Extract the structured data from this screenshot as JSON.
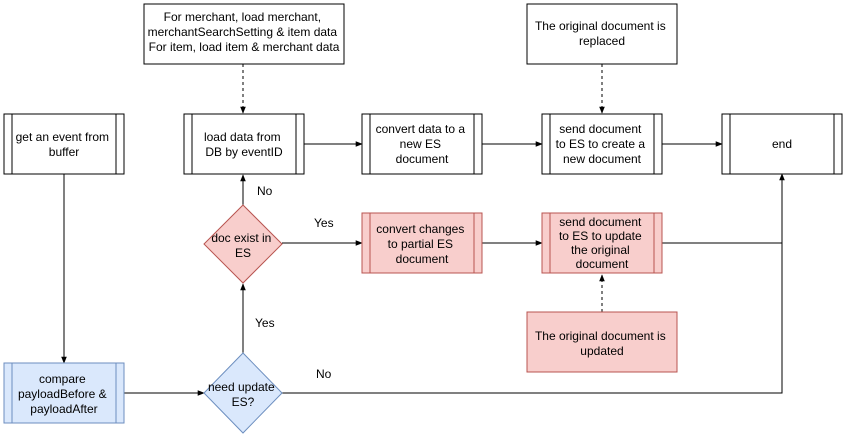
{
  "nodes": {
    "note_top_left": [
      "For merchant, load merchant,",
      "merchantSearchSetting & item data",
      "For item, load item & merchant data"
    ],
    "note_top_right": [
      "The original document is",
      "replaced"
    ],
    "get_event": [
      "get an event from",
      "buffer"
    ],
    "load_data": [
      "load data from",
      "DB by eventID"
    ],
    "convert_new": [
      "convert data to a",
      "new ES",
      "document"
    ],
    "send_create": [
      "send document",
      "to ES to create a",
      "new document"
    ],
    "end": [
      "end"
    ],
    "doc_exist": [
      "doc exist in",
      "ES"
    ],
    "convert_partial": [
      "convert changes",
      "to partial ES",
      "document"
    ],
    "send_update": [
      "send document",
      "to ES to update",
      "the original",
      "document"
    ],
    "note_updated": [
      "The original document is",
      "updated"
    ],
    "compare": [
      "compare",
      "payloadBefore &",
      "payloadAfter"
    ],
    "need_update": [
      "need update",
      "ES?"
    ]
  },
  "edge_labels": {
    "no_doc_exist": "No",
    "yes_doc_exist": "Yes",
    "yes_need_update": "Yes",
    "no_need_update": "No"
  },
  "colors": {
    "stroke": "#000000",
    "red_fill": "#f8cecc",
    "red_stroke": "#b85450",
    "blue_fill": "#dae8fc",
    "blue_stroke": "#6c8ebf"
  }
}
